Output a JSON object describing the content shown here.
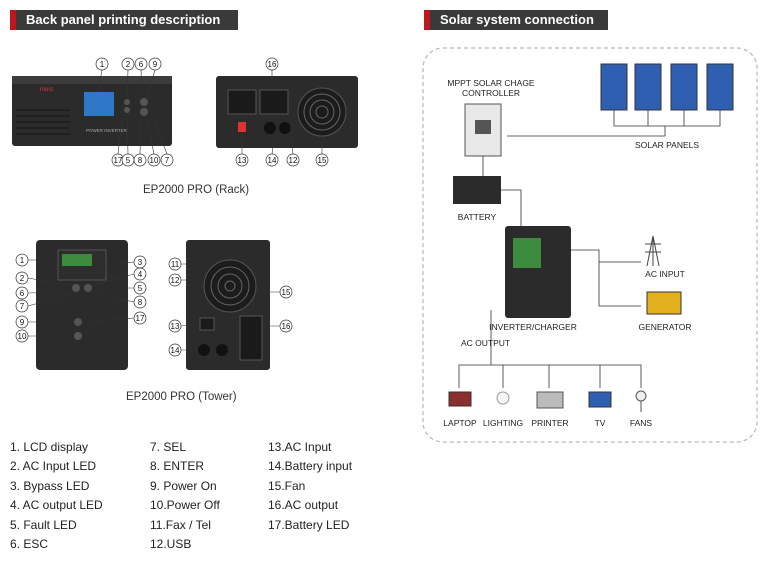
{
  "left_header": "Back panel printing description",
  "right_header": "Solar system connection",
  "rack_caption": "EP2000 PRO (Rack)",
  "tower_caption": "EP2000 PRO (Tower)",
  "legend": {
    "col1": [
      "1.  LCD display",
      "2.  AC Input LED",
      "3.  Bypass LED",
      "4.  AC output LED",
      "5.  Fault LED",
      "6.  ESC"
    ],
    "col2": [
      "7.  SEL",
      "8.  ENTER",
      "9.  Power On",
      "10.Power Off",
      "11.Fax / Tel",
      "12.USB"
    ],
    "col3": [
      "13.AC Input",
      "14.Battery input",
      "15.Fan",
      "16.AC output",
      "17.Battery LED"
    ]
  },
  "rack_numbers": {
    "top": [
      "1",
      "2",
      "6",
      "9"
    ],
    "bottom": [
      "17",
      "5",
      "8",
      "10",
      "7"
    ],
    "back_top": "16",
    "back_bottom": [
      "13",
      "14",
      "12",
      "15"
    ]
  },
  "tower_numbers": {
    "left": [
      "1",
      "2",
      "6",
      "7",
      "9",
      "10"
    ],
    "right": [
      "3",
      "4",
      "5",
      "8",
      "17"
    ],
    "back_left": [
      "11",
      "12",
      "13",
      "14"
    ],
    "back_right": [
      "15",
      "16"
    ]
  },
  "diagram": {
    "controller": "MPPT SOLAR CHAGE",
    "controller2": "CONTROLLER",
    "panels": "SOLAR PANELS",
    "battery": "BATTERY",
    "ac_input": "AC INPUT",
    "generator": "GENERATOR",
    "inverter": "INVERTER/CHARGER",
    "ac_output": "AC OUTPUT",
    "loads": [
      "LAPTOP",
      "LIGHTING",
      "PRINTER",
      "TV",
      "FANS"
    ]
  },
  "colors": {
    "accent": "#c0161e",
    "header_bg": "#3a3a3a",
    "device": "#2a2a2a"
  }
}
